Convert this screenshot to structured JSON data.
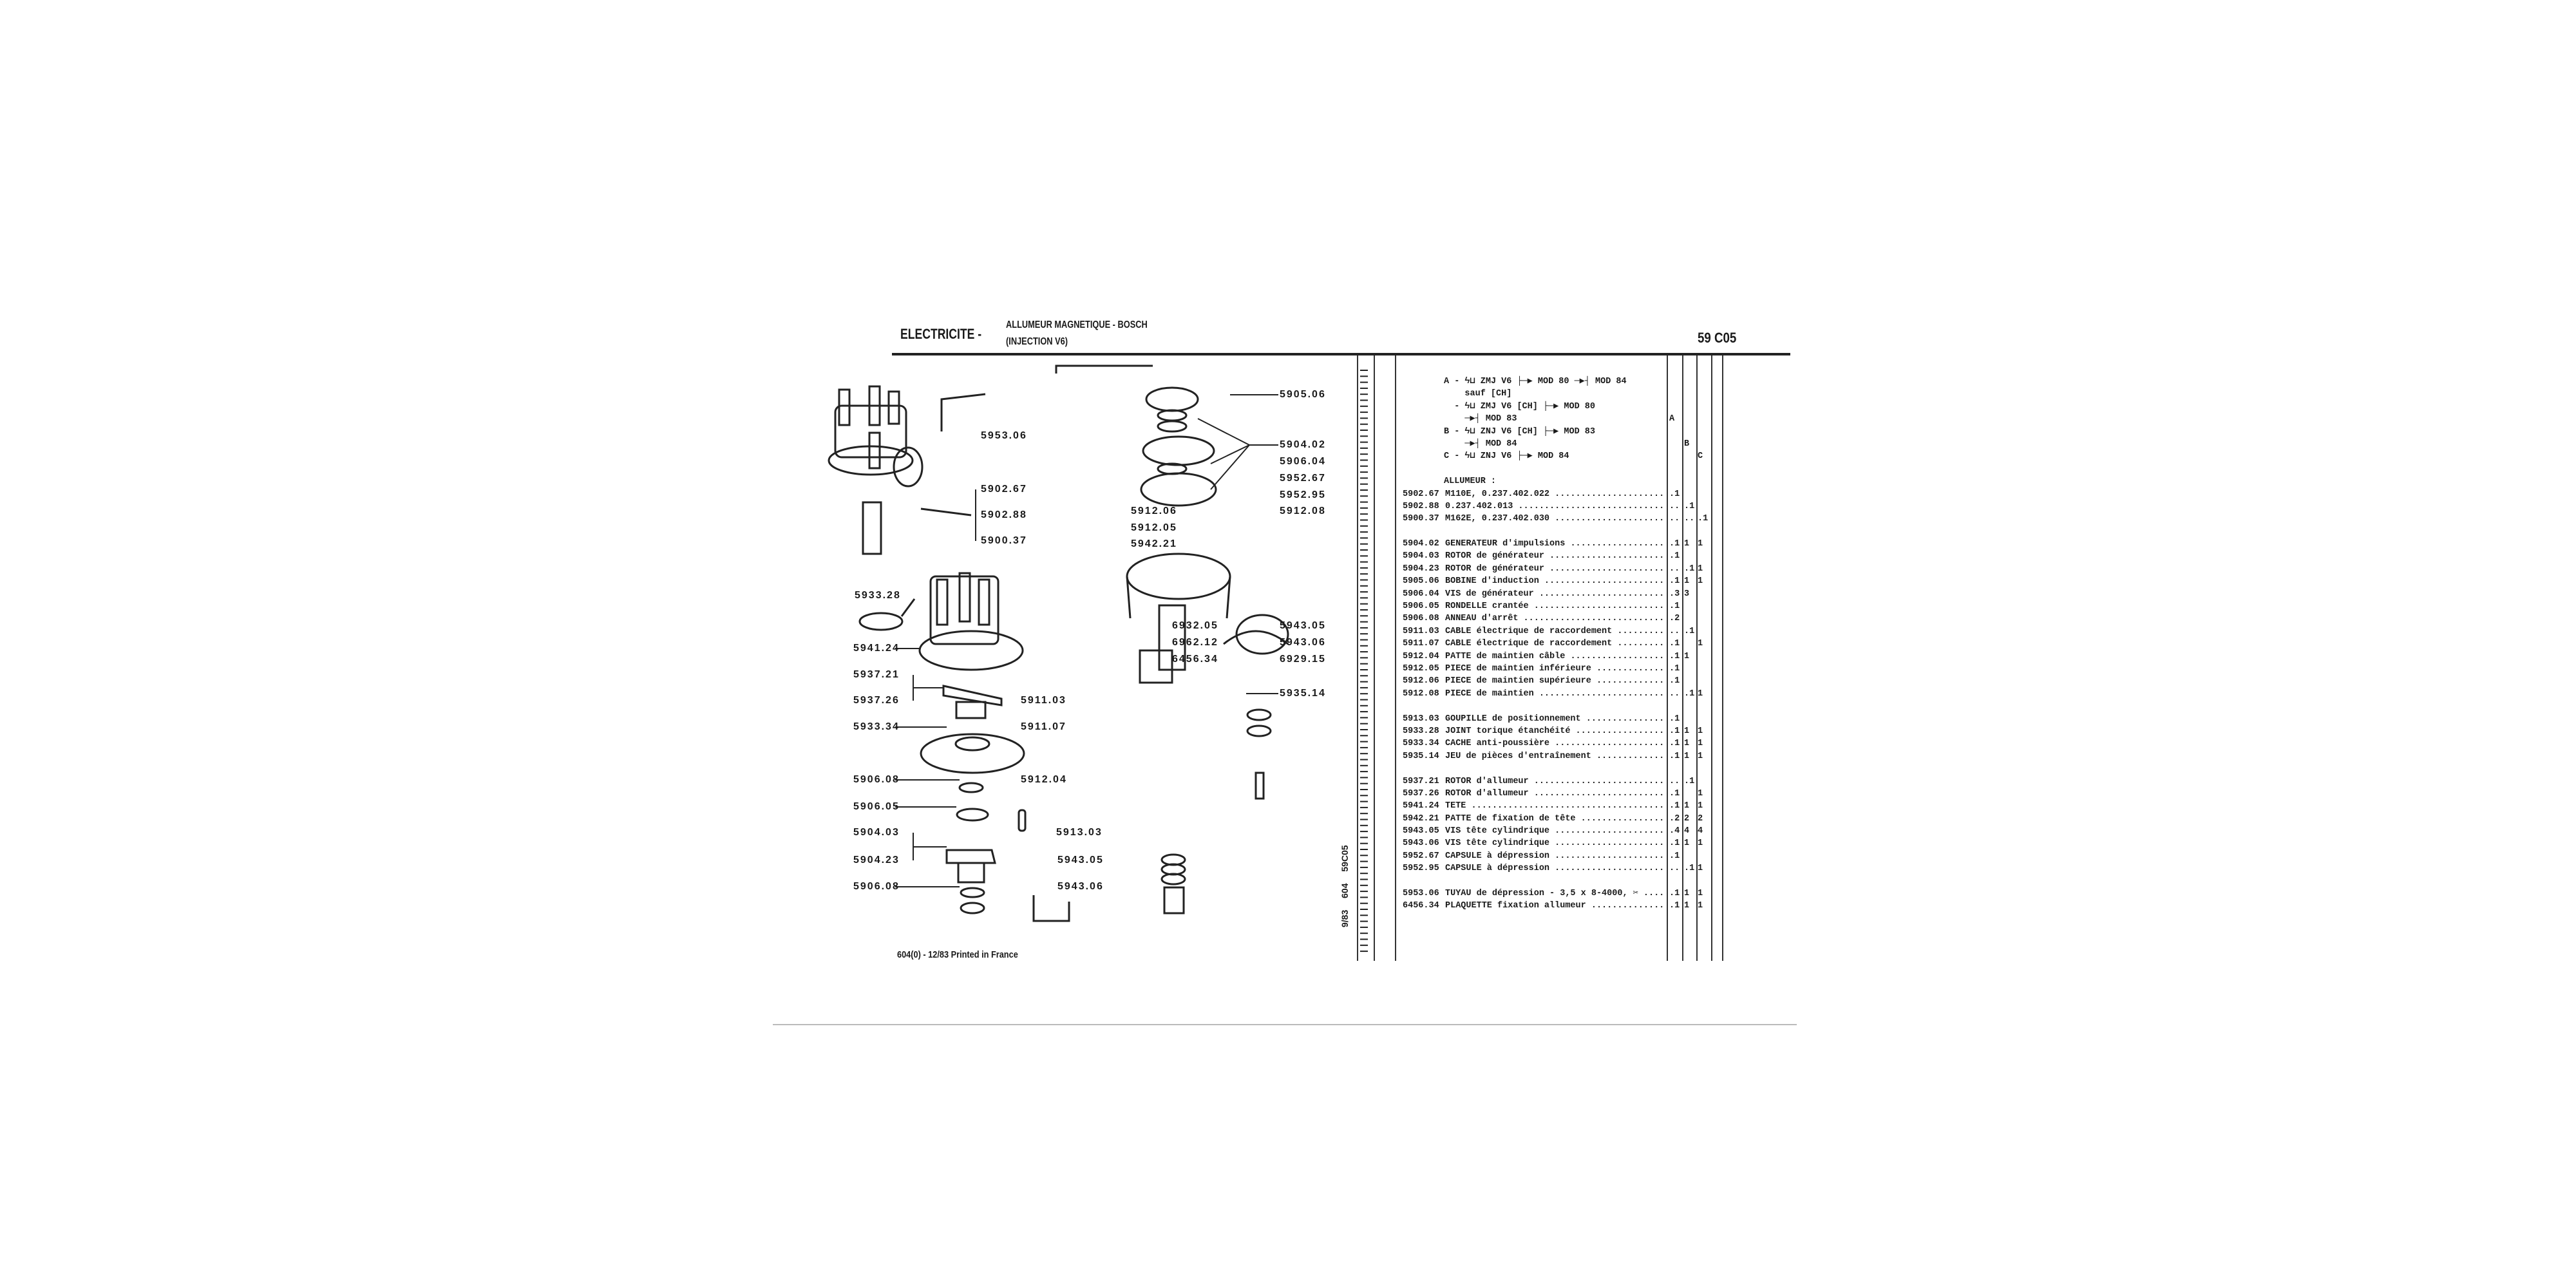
{
  "header": {
    "section": "ELECTRICITE -",
    "subtitle_line1": "ALLUMEUR MAGNETIQUE - BOSCH",
    "subtitle_line2": "(INJECTION V6)",
    "page_code": "59 C05"
  },
  "footer": "604(0) - 12/83 Printed in France",
  "side_reference": "9/83 604 59C05",
  "applicability": [
    {
      "text": "A - ϟ⊔ ZMJ V6 ├─▶ MOD 80 ─▶┤ MOD 84",
      "col": ""
    },
    {
      "text": "    sauf [CH]",
      "col": ""
    },
    {
      "text": "  - ϟ⊔ ZMJ V6 [CH] ├─▶ MOD 80",
      "col": ""
    },
    {
      "text": "    ─▶┤ MOD 83",
      "col": "A"
    },
    {
      "text": "B - ϟ⊔ ZNJ V6 [CH] ├─▶ MOD 83",
      "col": ""
    },
    {
      "text": "    ─▶┤ MOD 84",
      "col": "B"
    },
    {
      "text": "C - ϟ⊔ ZNJ V6 ├─▶ MOD 84",
      "col": "C"
    }
  ],
  "group_heading": "ALLUMEUR :",
  "parts_groups": [
    [
      {
        "ref": "5902.67",
        "desc": "M110E, 0.237.402.022",
        "a": ".1",
        "b": "",
        "c": ""
      },
      {
        "ref": "5902.88",
        "desc": "0.237.402.013",
        "a": "..",
        "b": ".1",
        "c": ""
      },
      {
        "ref": "5900.37",
        "desc": "M162E, 0.237.402.030",
        "a": "..",
        "b": "..",
        "c": ".1"
      }
    ],
    [
      {
        "ref": "5904.02",
        "desc": "GENERATEUR d'impulsions",
        "a": ".1",
        "b": "1",
        "c": "1"
      },
      {
        "ref": "5904.03",
        "desc": "ROTOR de générateur",
        "a": ".1",
        "b": "",
        "c": ""
      },
      {
        "ref": "5904.23",
        "desc": "ROTOR de générateur",
        "a": "..",
        "b": ".1",
        "c": "1"
      },
      {
        "ref": "5905.06",
        "desc": "BOBINE d'induction",
        "a": ".1",
        "b": "1",
        "c": "1"
      },
      {
        "ref": "5906.04",
        "desc": "VIS de générateur",
        "a": ".3",
        "b": "3",
        "c": ""
      },
      {
        "ref": "5906.05",
        "desc": "RONDELLE crantée",
        "a": ".1",
        "b": "",
        "c": ""
      },
      {
        "ref": "5906.08",
        "desc": "ANNEAU d'arrêt",
        "a": ".2",
        "b": "",
        "c": ""
      },
      {
        "ref": "5911.03",
        "desc": "CABLE électrique de raccordement",
        "a": "..",
        "b": ".1",
        "c": ""
      },
      {
        "ref": "5911.07",
        "desc": "CABLE électrique de raccordement",
        "a": ".1",
        "b": "",
        "c": "1"
      },
      {
        "ref": "5912.04",
        "desc": "PATTE de maintien câble",
        "a": ".1",
        "b": "1",
        "c": ""
      },
      {
        "ref": "5912.05",
        "desc": "PIECE de maintien inférieure",
        "a": ".1",
        "b": "",
        "c": ""
      },
      {
        "ref": "5912.06",
        "desc": "PIECE de maintien supérieure",
        "a": ".1",
        "b": "",
        "c": ""
      },
      {
        "ref": "5912.08",
        "desc": "PIECE de maintien",
        "a": "..",
        "b": ".1",
        "c": "1"
      }
    ],
    [
      {
        "ref": "5913.03",
        "desc": "GOUPILLE de positionnement",
        "a": ".1",
        "b": "",
        "c": ""
      },
      {
        "ref": "5933.28",
        "desc": "JOINT torique étanchéité",
        "a": ".1",
        "b": "1",
        "c": "1"
      },
      {
        "ref": "5933.34",
        "desc": "CACHE anti-poussière",
        "a": ".1",
        "b": "1",
        "c": "1"
      },
      {
        "ref": "5935.14",
        "desc": "JEU de pièces d'entraînement",
        "a": ".1",
        "b": "1",
        "c": "1"
      }
    ],
    [
      {
        "ref": "5937.21",
        "desc": "ROTOR d'allumeur",
        "a": "..",
        "b": ".1",
        "c": ""
      },
      {
        "ref": "5937.26",
        "desc": "ROTOR d'allumeur",
        "a": ".1",
        "b": "",
        "c": "1"
      },
      {
        "ref": "5941.24",
        "desc": "TETE",
        "a": ".1",
        "b": "1",
        "c": "1"
      },
      {
        "ref": "5942.21",
        "desc": "PATTE de fixation de tête",
        "a": ".2",
        "b": "2",
        "c": "2"
      },
      {
        "ref": "5943.05",
        "desc": "VIS tête cylindrique",
        "a": ".4",
        "b": "4",
        "c": "4"
      },
      {
        "ref": "5943.06",
        "desc": "VIS tête cylindrique",
        "a": ".1",
        "b": "1",
        "c": "1"
      },
      {
        "ref": "5952.67",
        "desc": "CAPSULE à dépression",
        "a": ".1",
        "b": "",
        "c": ""
      },
      {
        "ref": "5952.95",
        "desc": "CAPSULE à dépression",
        "a": "..",
        "b": ".1",
        "c": "1"
      }
    ],
    [
      {
        "ref": "5953.06",
        "desc": "TUYAU de dépression - 3,5 x 8-4000, ✂",
        "a": ".1",
        "b": "1",
        "c": "1"
      },
      {
        "ref": "6456.34",
        "desc": "PLAQUETTE fixation allumeur",
        "a": ".1",
        "b": "1",
        "c": "1"
      }
    ]
  ],
  "diagram": {
    "labels": [
      "5953.06",
      "5902.67",
      "5902.88",
      "5900.37",
      "5933.28",
      "5941.24",
      "5937.21",
      "5937.26",
      "5933.34",
      "5906.08",
      "5906.05",
      "5904.03",
      "5904.23",
      "5906.08",
      "5911.03",
      "5911.07",
      "5912.04",
      "5913.03",
      "5943.05",
      "5943.06",
      "5905.06",
      "5904.02",
      "5906.04",
      "5952.67",
      "5952.95",
      "5912.08",
      "5912.06",
      "5912.05",
      "5942.21",
      "6932.05",
      "6962.12",
      "6456.34",
      "5943.05",
      "5943.06",
      "6929.15",
      "5935.14"
    ]
  }
}
